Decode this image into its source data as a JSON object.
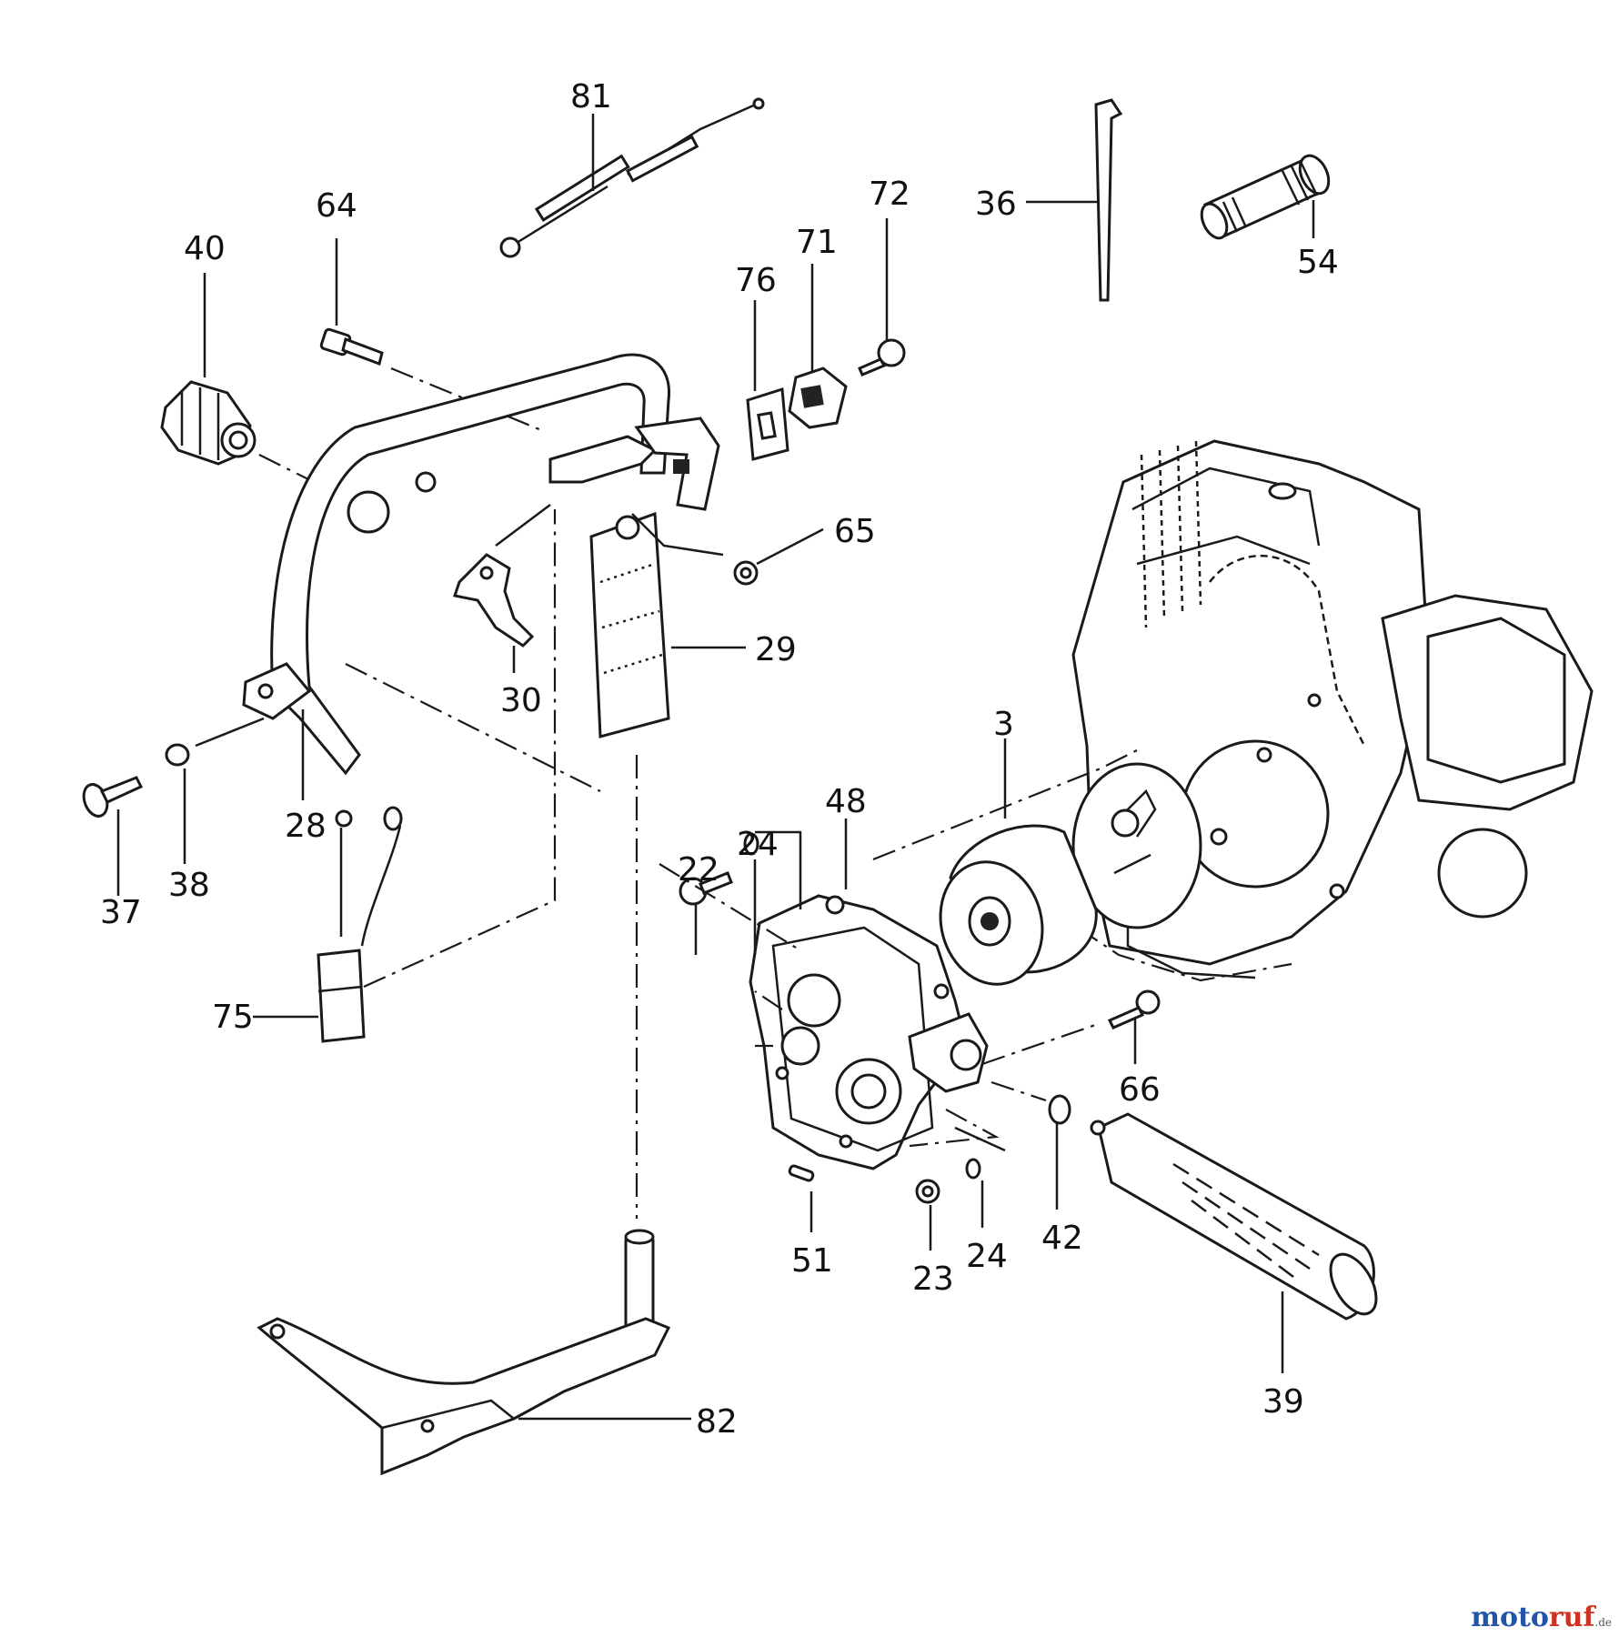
{
  "labels": {
    "p81": "81",
    "p64": "64",
    "p40": "40",
    "p72": "72",
    "p71": "71",
    "p76": "76",
    "p36": "36",
    "p54": "54",
    "p65": "65",
    "p29": "29",
    "p30": "30",
    "p3": "3",
    "p48": "48",
    "p28": "28",
    "p38": "38",
    "p37": "37",
    "p24a": "24",
    "p22": "22",
    "p75": "75",
    "p66": "66",
    "p42": "42",
    "p51": "51",
    "p23": "23",
    "p24b": "24",
    "p39": "39",
    "p82": "82"
  },
  "watermark": {
    "brand": "moto",
    "brand_accent": "ruf",
    "suffix": ".de",
    "colors": [
      "#2255aa",
      "#cc3322",
      "#e0a020",
      "#2e8b57"
    ]
  }
}
